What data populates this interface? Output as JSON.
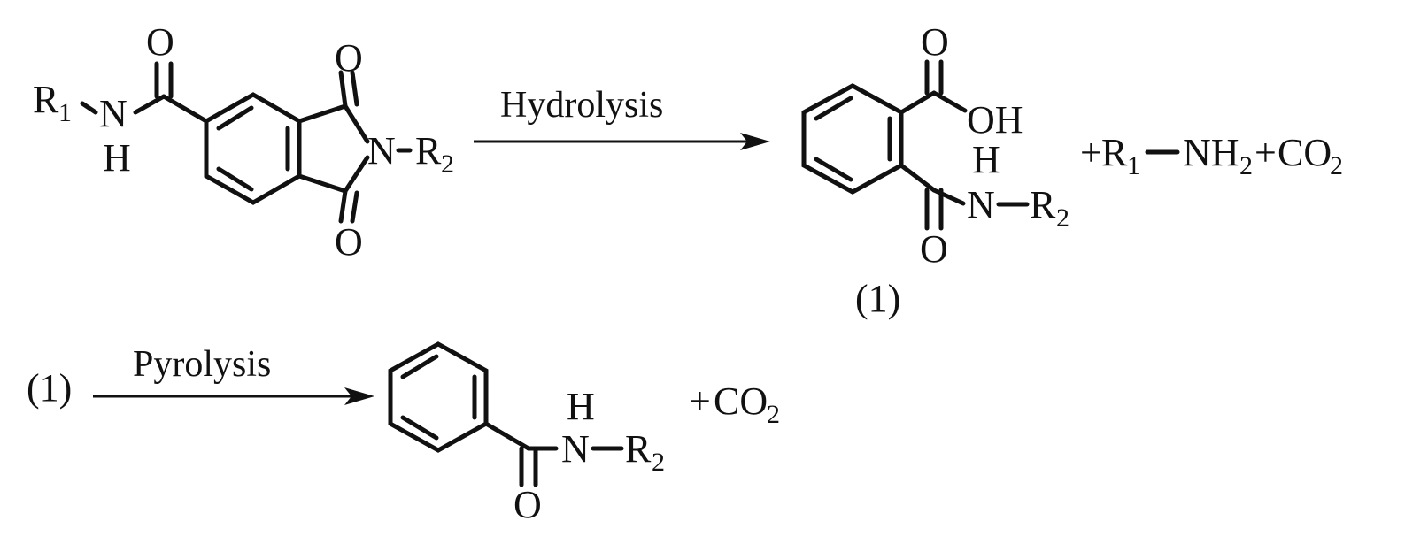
{
  "reaction1": {
    "condition": "Hydrolysis",
    "reactant": {
      "r1": "R",
      "r1_sub": "1",
      "n_amide": "N",
      "h_amide": "H",
      "o_amide": "O",
      "o_top": "O",
      "o_bottom": "O",
      "n_imide": "N",
      "r2": "R",
      "r2_sub": "2"
    },
    "product1": {
      "o_acid": "O",
      "oh": "OH",
      "h_amide": "H",
      "n_amide": "N",
      "r2": "R",
      "r2_sub": "2",
      "o_amide": "O",
      "label": "(1)"
    },
    "byproducts": {
      "plus1": "+",
      "r1": "R",
      "r1_sub": "1",
      "nh": "NH",
      "h2_sub": "2",
      "plus2": "+",
      "co": "CO",
      "co2_sub": "2"
    }
  },
  "reaction2": {
    "reactant_label": "(1)",
    "condition": "Pyrolysis",
    "product": {
      "h_amide": "H",
      "n_amide": "N",
      "r2": "R",
      "r2_sub": "2",
      "o_amide": "O"
    },
    "byproduct": {
      "plus": "+",
      "co": "CO",
      "co2_sub": "2"
    }
  },
  "colors": {
    "ink": "#111111",
    "background": "#ffffff"
  }
}
